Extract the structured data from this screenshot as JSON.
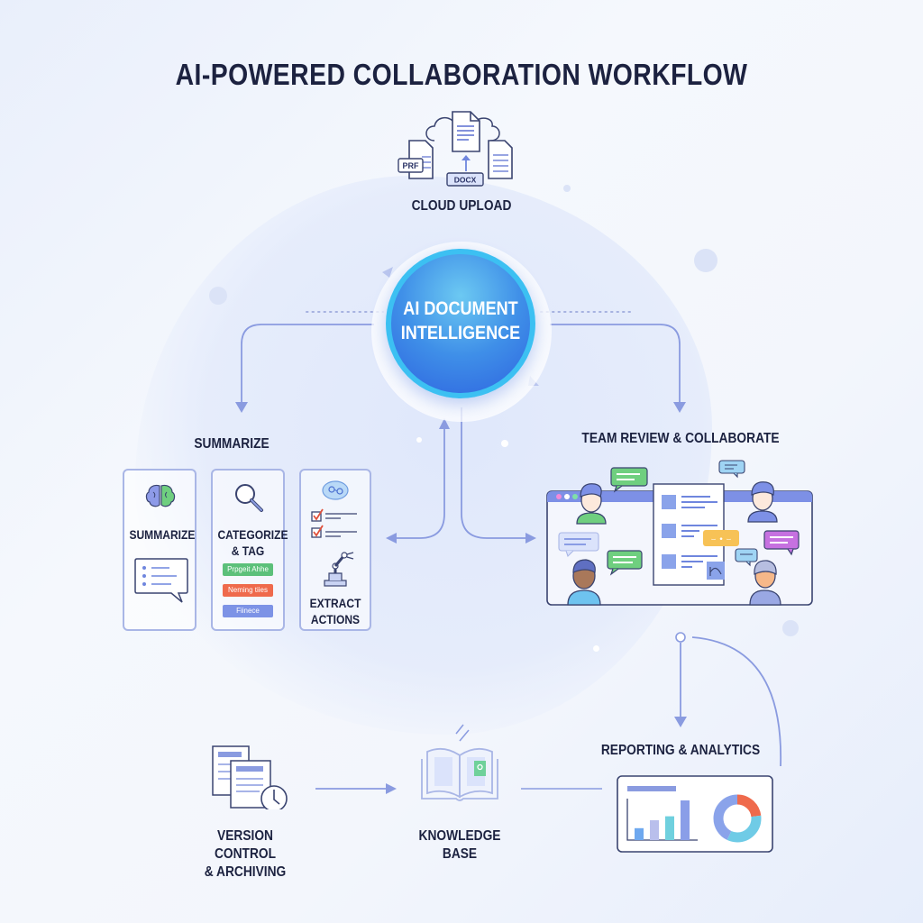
{
  "title": "AI-POWERED COLLABORATION WORKFLOW",
  "cloud_upload": {
    "label": "CLOUD UPLOAD",
    "file_badges": [
      "PRF",
      "DOCX"
    ],
    "icon": "cloud-upload-icon"
  },
  "hub": {
    "line1": "AI DOCUMENT",
    "line2": "INTELLIGENCE"
  },
  "summarize_section": {
    "heading": "SUMMARIZE",
    "panels": [
      {
        "label_line1": "SUMMARIZE",
        "label_line2": "",
        "icons": [
          "brain-icon",
          "speech-bubble-list-icon"
        ]
      },
      {
        "label_line1": "CATEGORIZE",
        "label_line2": "& TAG",
        "icons": [
          "magnifier-icon"
        ],
        "tags": [
          {
            "text": "Prpgeit Ahhe",
            "color": "#5cc07a"
          },
          {
            "text": "Neming tiies",
            "color": "#ef6a4c"
          },
          {
            "text": "Fiinece",
            "color": "#7d93e6"
          }
        ]
      },
      {
        "label_line1": "EXTRACT",
        "label_line2": "ACTIONS",
        "icons": [
          "ai-brain-icon",
          "checklist-icon",
          "robot-arm-icon"
        ]
      }
    ]
  },
  "team_section": {
    "heading": "TEAM REVIEW & COLLABORATE",
    "window_dots": [
      "#f28ad9",
      "#ffffff",
      "#7fe0a8"
    ],
    "reaction_badge": "⌣ • ⌣"
  },
  "bottom": {
    "version_control": {
      "line1": "VERSION CONTROL",
      "line2": "& ARCHIVING"
    },
    "knowledge_base": {
      "line1": "KNOWLEDGE",
      "line2": "BASE"
    },
    "reporting": {
      "label": "REPORTING & ANALYTICS"
    }
  },
  "analytics_chart": {
    "bar_values": [
      0.3,
      0.5,
      0.6,
      1.0
    ],
    "bar_colors": [
      "#6ea8ef",
      "#b9bfec",
      "#6fd0de",
      "#8a9ee8"
    ],
    "donut_segments": [
      {
        "value": 0.23,
        "color": "#ef6a4c"
      },
      {
        "value": 0.34,
        "color": "#6fcbe6"
      },
      {
        "value": 0.43,
        "color": "#8aa3ea"
      }
    ]
  },
  "colors": {
    "accent": "#8a9be0",
    "hub_ring": "#3cc0f2",
    "hub_fill": "#3f8fe8",
    "text": "#1c2240",
    "outline": "#3a4470"
  }
}
